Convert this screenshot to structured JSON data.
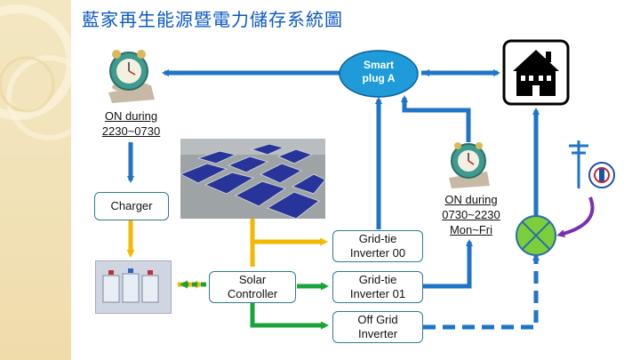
{
  "title": "藍家再生能源暨電力儲存系統圖",
  "smart_plug": {
    "line1": "Smart",
    "line2": "plug A"
  },
  "clock_left_label": {
    "line1": "ON during",
    "line2": "2230~0730"
  },
  "clock_right_label": {
    "line1": "ON during",
    "line2": "0730~2230",
    "line3": "Mon~Fri"
  },
  "charger": "Charger",
  "solar_controller": {
    "line1": "Solar",
    "line2": "Controller"
  },
  "inverter_00": {
    "line1": "Grid-tie",
    "line2": "Inverter 00"
  },
  "inverter_01": {
    "line1": "Grid-tie",
    "line2": "Inverter 01"
  },
  "off_grid": {
    "line1": "Off Grid",
    "line2": "Inverter"
  },
  "colors": {
    "blue_arrow": "#1f74c8",
    "yellow_arrow": "#f5b800",
    "green_arrow": "#1aa33a",
    "purple_arrow": "#7a2fb0",
    "title": "#0b58c4",
    "smart_plug_fill": "#1e9bd8",
    "mixer_fill": "#7ccf3a"
  }
}
